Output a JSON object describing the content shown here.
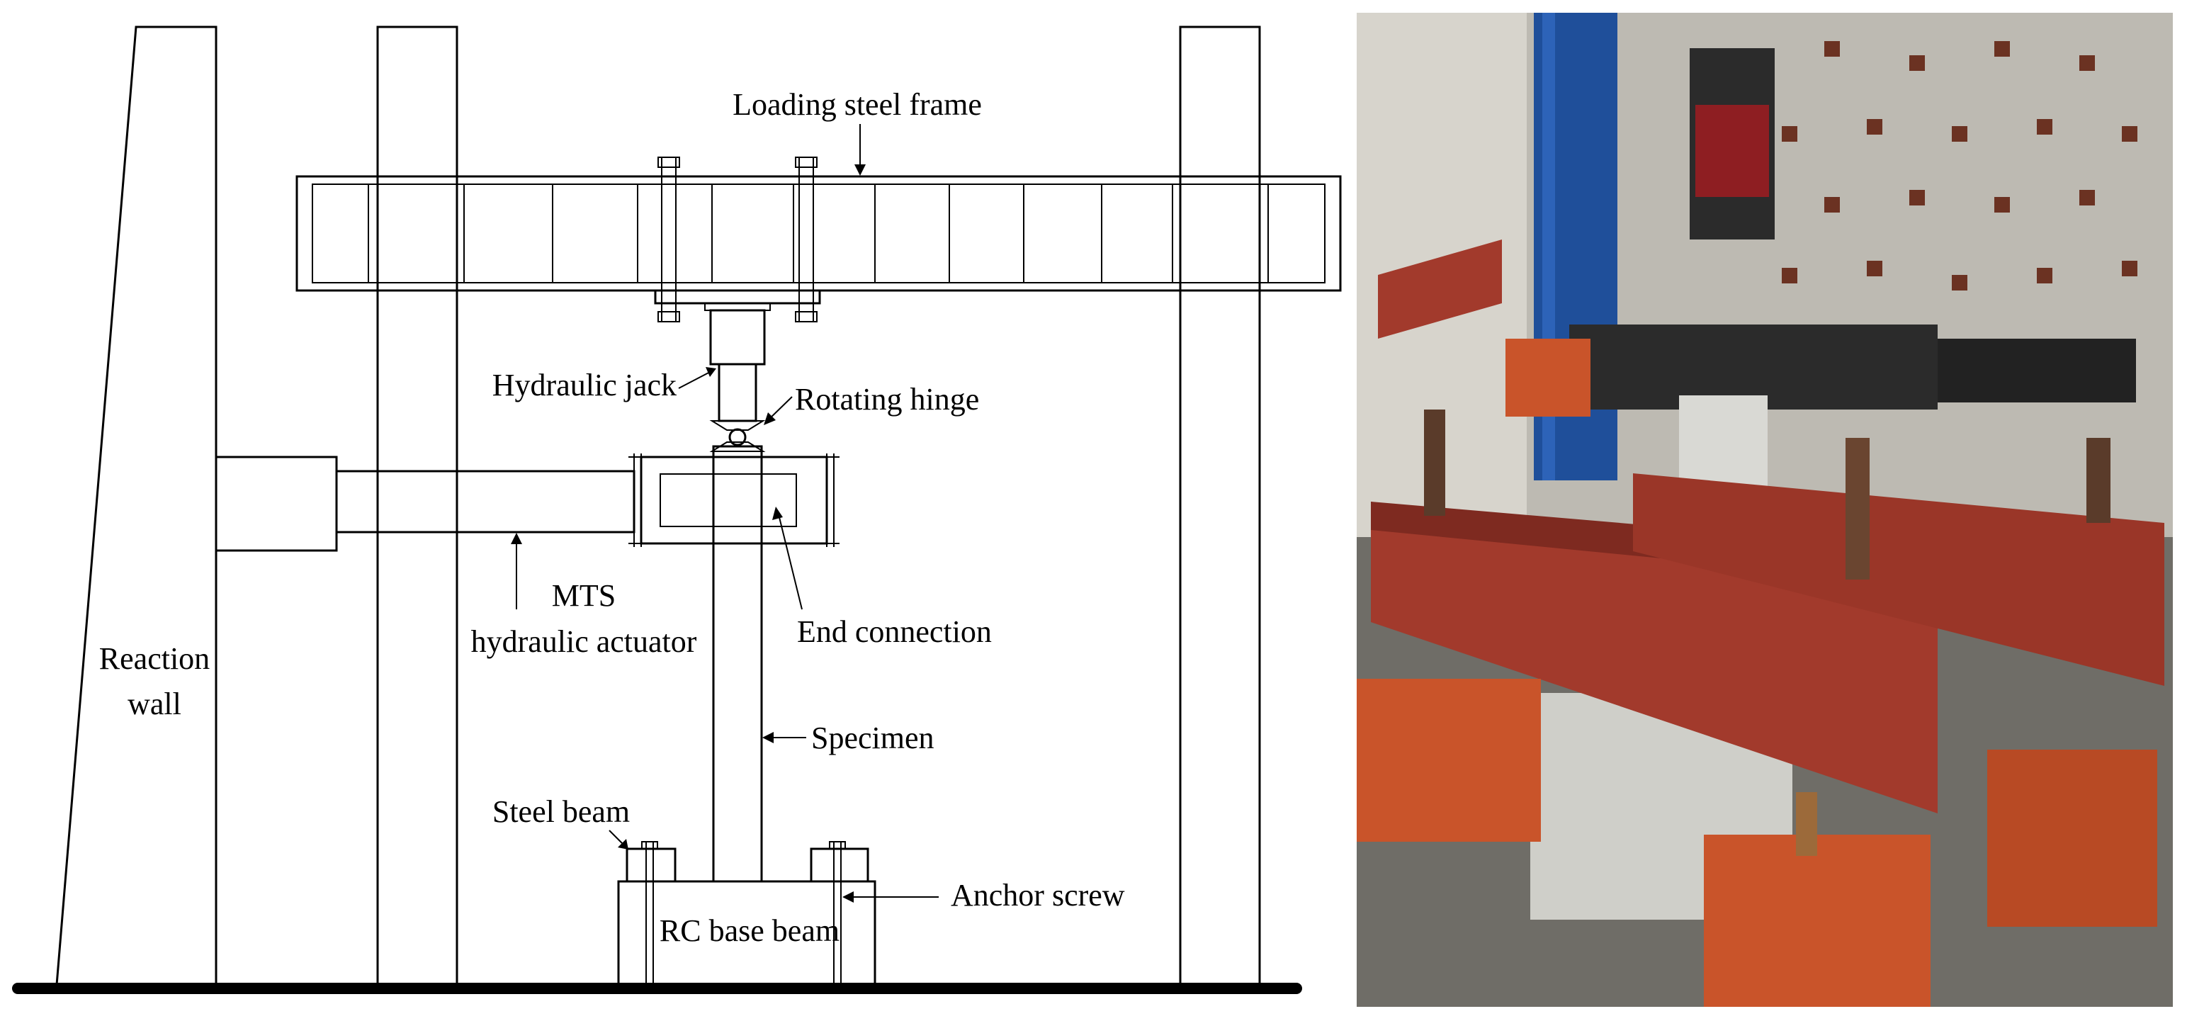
{
  "labels": {
    "loading_frame": "Loading steel frame",
    "hydraulic_jack": "Hydraulic jack",
    "rotating_hinge": "Rotating hinge",
    "mts_line1": "MTS",
    "mts_line2": "hydraulic actuator",
    "end_connection": "End connection",
    "reaction_wall_line1": "Reaction",
    "reaction_wall_line2": "wall",
    "specimen": "Specimen",
    "steel_beam": "Steel beam",
    "anchor_screw": "Anchor screw",
    "rc_base_beam": "RC base beam"
  },
  "photo": {
    "colors": {
      "wall": "#bdbab2",
      "floor": "#6f6d67",
      "blue_column": "#1f4f9a",
      "red_beam": "#a23a2c",
      "orange_support": "#c9542a",
      "concrete": "#d9d9d4",
      "dark_steel": "#2b2b2b"
    }
  }
}
